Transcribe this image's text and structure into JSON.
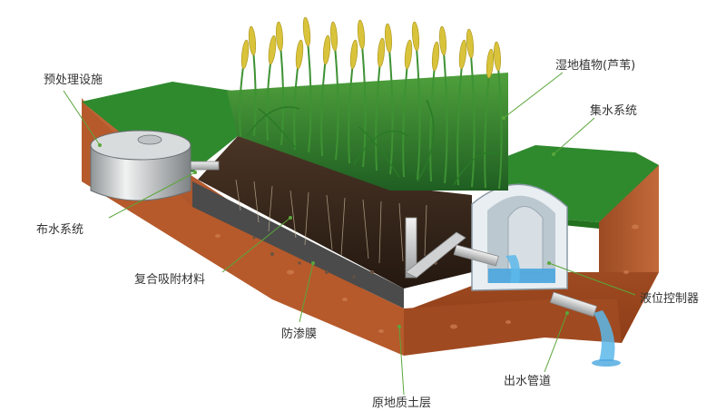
{
  "labels": {
    "pretreatment": "预处理设施",
    "distribution": "布水系统",
    "adsorbent": "复合吸附材料",
    "membrane": "防渗膜",
    "soil": "原地质土层",
    "plants": "湿地植物(芦苇)",
    "collection": "集水系统",
    "level_control": "液位控制器",
    "outlet": "出水管道"
  },
  "colors": {
    "grass": "#2f8a2e",
    "soil": "#b5582a",
    "soil_dark": "#7c3415",
    "media": "#3a2a1e",
    "water": "#4aa6de",
    "leader": "#5aa63a"
  }
}
